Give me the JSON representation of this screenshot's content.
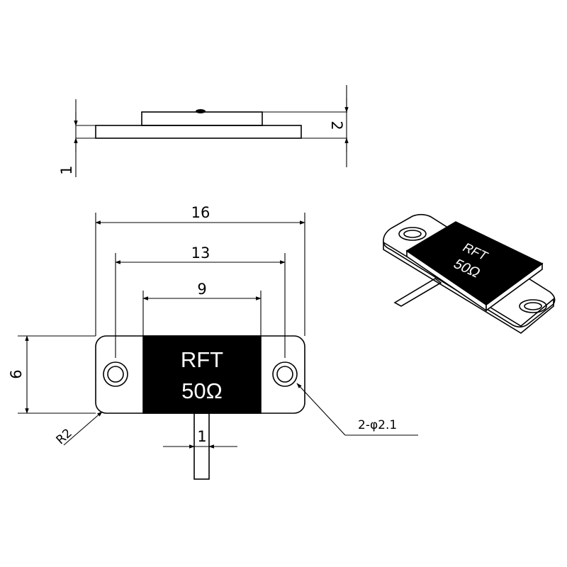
{
  "dimensions": {
    "side_body_height": "2",
    "side_flange_thickness": "1",
    "overall_length": "16",
    "hole_spacing": "13",
    "body_length": "9",
    "width": "6",
    "lead_width": "1",
    "corner_radius": "R2",
    "holes": "2-φ2.1"
  },
  "marking": {
    "line1": "RFT",
    "line2": "50Ω"
  },
  "colors": {
    "line": "#000000",
    "body_fill": "#000000",
    "marking_text": "#ffffff",
    "background": "#ffffff"
  }
}
